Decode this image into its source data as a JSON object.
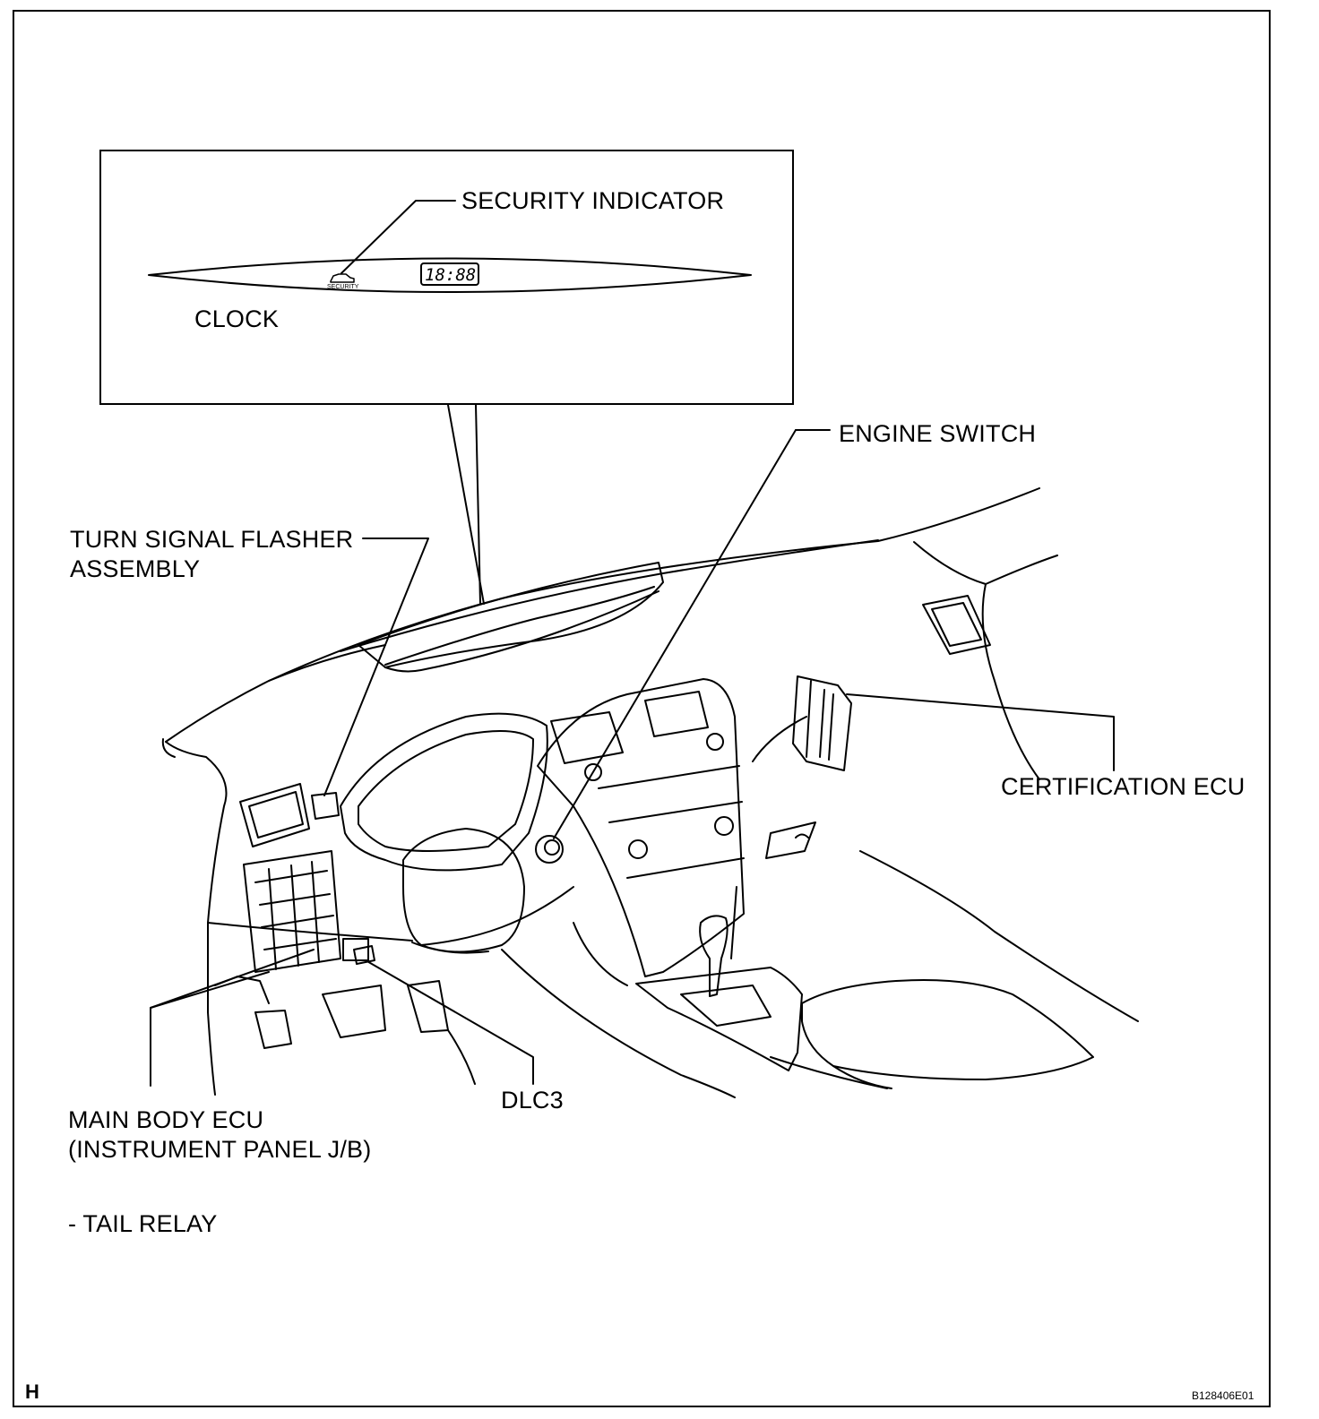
{
  "labels": {
    "security_indicator": "SECURITY INDICATOR",
    "clock": "CLOCK",
    "engine_switch": "ENGINE SWITCH",
    "turn_signal_line1": "TURN SIGNAL FLASHER",
    "turn_signal_line2": "ASSEMBLY",
    "certification_ecu": "CERTIFICATION ECU",
    "main_body_ecu_line1": "MAIN BODY ECU",
    "main_body_ecu_line2": "(INSTRUMENT PANEL J/B)",
    "tail_relay": "- TAIL RELAY",
    "dlc3": "DLC3"
  },
  "clock_display": {
    "time": "18:88",
    "security_text": "SECURITY"
  },
  "footer": {
    "corner_letter": "H",
    "figure_code": "B128406E01"
  }
}
